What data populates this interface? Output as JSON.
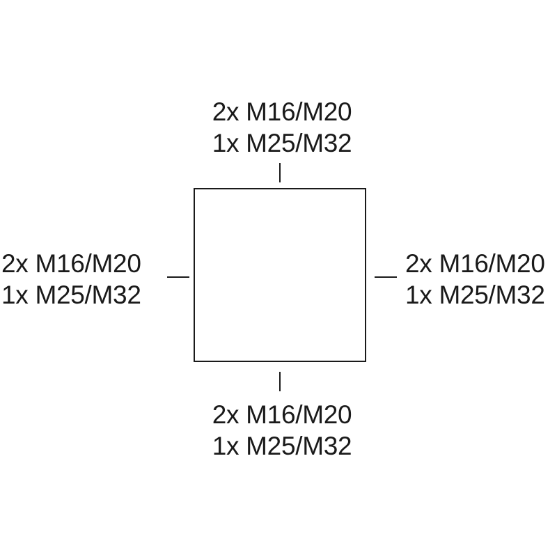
{
  "diagram": {
    "top": {
      "line1": "2x M16/M20",
      "line2": "1x M25/M32"
    },
    "left": {
      "line1": "2x M16/M20",
      "line2": "1x M25/M32"
    },
    "right": {
      "line1": "2x M16/M20",
      "line2": "1x M25/M32"
    },
    "bottom": {
      "line1": "2x M16/M20",
      "line2": "1x M25/M32"
    },
    "colors": {
      "stroke": "#1a1a1a",
      "background": "#ffffff"
    }
  }
}
